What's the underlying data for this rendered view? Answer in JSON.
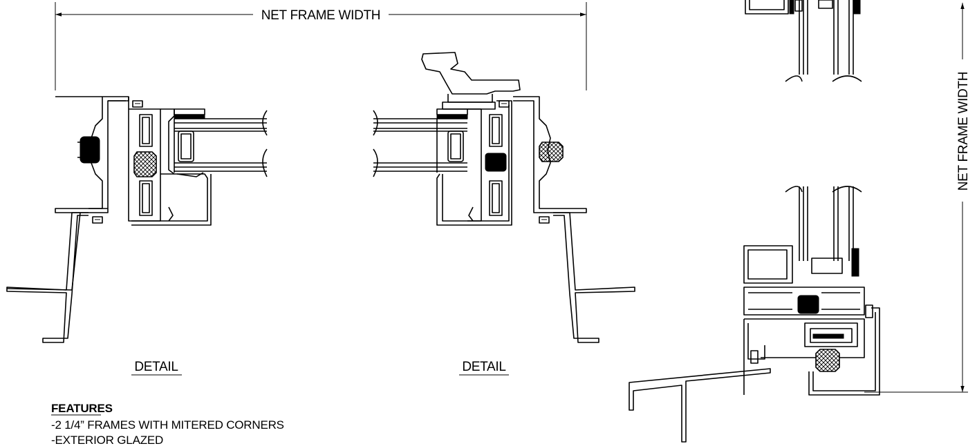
{
  "dimensions": {
    "horizontal_label": "NET FRAME WIDTH",
    "vertical_label": "NET FRAME WIDTH"
  },
  "details": {
    "left_caption": "DETAIL",
    "right_caption": "DETAIL"
  },
  "features": {
    "heading": "FEATURES",
    "items": [
      "-2 1/4” FRAMES WITH MITERED CORNERS",
      "-EXTERIOR GLAZED"
    ]
  }
}
